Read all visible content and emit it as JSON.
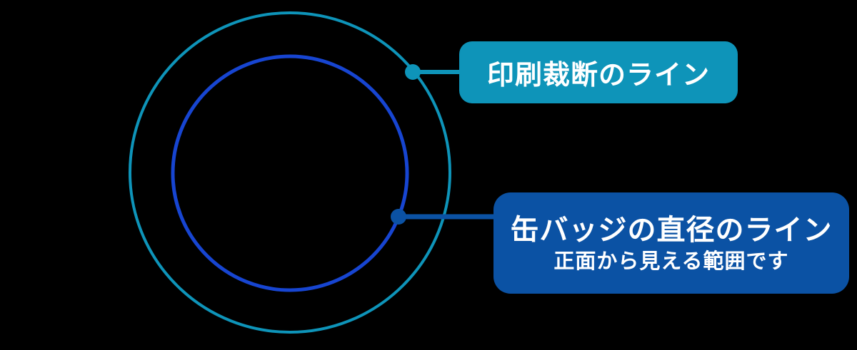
{
  "colors": {
    "background": "#000000",
    "teal": "#0E94B9",
    "royal_blue": "#1745D1",
    "navy": "#0B52A4",
    "text": "#FFFFFF"
  },
  "circles": {
    "outer_cut_circle_color": "#0E94B9",
    "inner_diameter_circle_color": "#1745D1"
  },
  "callouts": {
    "cut_line": {
      "label": "印刷裁断のライン",
      "bg": "#0E94B9"
    },
    "badge_diameter": {
      "title": "缶バッジの直径のライン",
      "subtitle": "正面から見える範囲です",
      "bg": "#0B52A4"
    }
  }
}
